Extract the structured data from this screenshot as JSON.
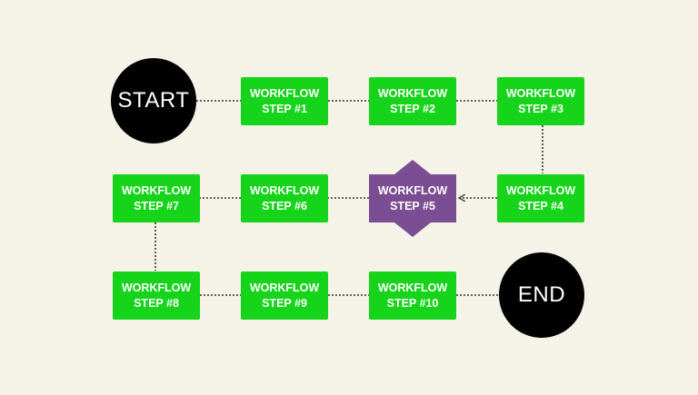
{
  "colors": {
    "background": "#f5f2e8",
    "step": "#16d41a",
    "highlight": "#7b4d92",
    "terminal": "#000000",
    "text": "#ffffff",
    "connector": "#333333"
  },
  "diagram": {
    "start": "START",
    "end": "END",
    "steps": [
      {
        "l1": "WORKFLOW",
        "l2": "STEP #1"
      },
      {
        "l1": "WORKFLOW",
        "l2": "STEP #2"
      },
      {
        "l1": "WORKFLOW",
        "l2": "STEP #3"
      },
      {
        "l1": "WORKFLOW",
        "l2": "STEP #4"
      },
      {
        "l1": "WORKFLOW",
        "l2": "STEP #5",
        "highlight": true
      },
      {
        "l1": "WORKFLOW",
        "l2": "STEP #6"
      },
      {
        "l1": "WORKFLOW",
        "l2": "STEP #7"
      },
      {
        "l1": "WORKFLOW",
        "l2": "STEP #8"
      },
      {
        "l1": "WORKFLOW",
        "l2": "STEP #9"
      },
      {
        "l1": "WORKFLOW",
        "l2": "STEP #10"
      }
    ],
    "edges": [
      [
        "start",
        "step-1"
      ],
      [
        "step-1",
        "step-2"
      ],
      [
        "step-2",
        "step-3"
      ],
      [
        "step-3",
        "step-4"
      ],
      [
        "step-4",
        "step-5"
      ],
      [
        "step-5",
        "step-6"
      ],
      [
        "step-6",
        "step-7"
      ],
      [
        "step-7",
        "step-8"
      ],
      [
        "step-8",
        "step-9"
      ],
      [
        "step-9",
        "step-10"
      ],
      [
        "step-10",
        "end"
      ]
    ]
  }
}
